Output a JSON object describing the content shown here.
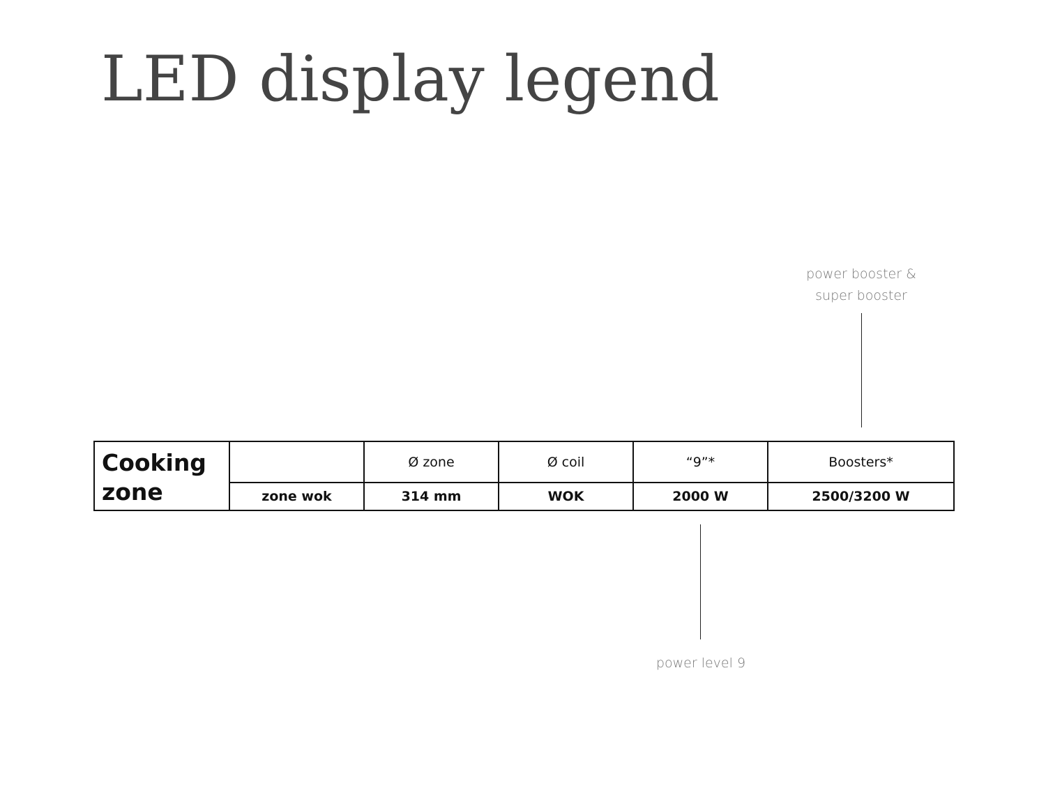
{
  "title": "LED display legend",
  "annotations": {
    "top_line1": "power booster &",
    "top_line2": "super booster",
    "bottom": "power level 9"
  },
  "table": {
    "row_label_line1": "Cooking",
    "row_label_line2": "zone",
    "headers": [
      "",
      "Ø zone",
      "Ø coil",
      "“9”*",
      "Boosters*"
    ],
    "values": [
      "zone wok",
      "314 mm",
      "WOK",
      "2000 W",
      "2500/3200 W"
    ]
  }
}
